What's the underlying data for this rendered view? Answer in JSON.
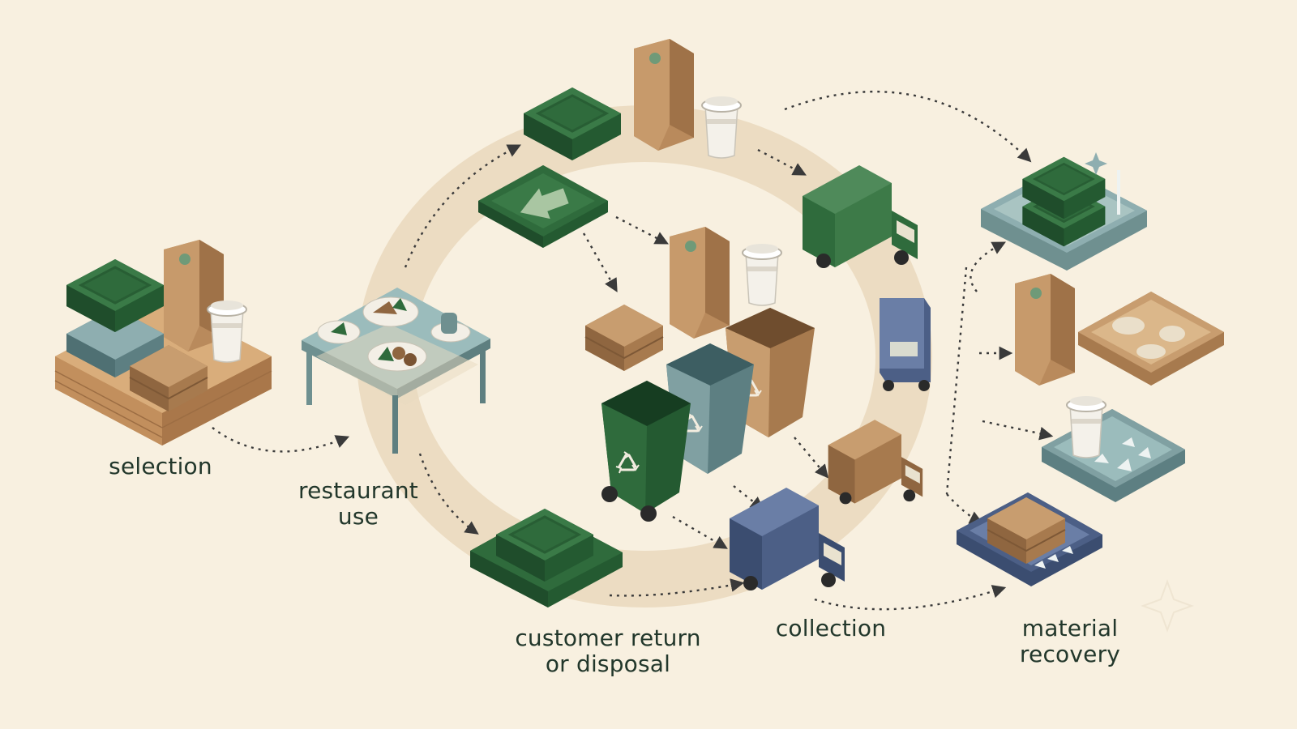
{
  "stages": {
    "selection": "selection",
    "restaurant_use_line1": "restaurant",
    "restaurant_use_line2": "use",
    "customer_return_line1": "customer return",
    "customer_return_line2": "or disposal",
    "collection": "collection",
    "material_recovery_line1": "material",
    "material_recovery_line2": "recovery"
  },
  "colors": {
    "background": "#f8f0e0",
    "loop": "#ecdcc2",
    "green": "#2f6b3c",
    "green_dark": "#1f4d2b",
    "kraft": "#b98a5c",
    "kraft_dark": "#8f6640",
    "slate": "#6f9090",
    "navy": "#4c5f86",
    "wood": "#c99a68",
    "text": "#22372b",
    "arrow": "#3a3a3a"
  },
  "icons": [
    "container-stack-icon",
    "paper-bag-icon",
    "coffee-cup-icon",
    "clamshell-box-icon",
    "dining-table-icon",
    "return-tray-icon",
    "delivery-truck-icon",
    "recycling-bin-icon",
    "recovery-tray-icon",
    "sparkle-icon"
  ]
}
